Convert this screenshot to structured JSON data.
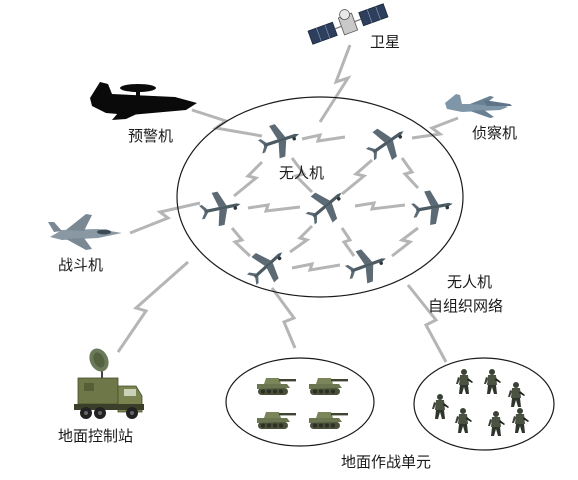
{
  "labels": {
    "satellite": "卫星",
    "awacs": "预警机",
    "recon": "侦察机",
    "uav": "无人机",
    "fighter": "战斗机",
    "network_line1": "无人机",
    "network_line2": "自组织网络",
    "ground_station": "地面控制站",
    "ground_units": "地面作战单元"
  },
  "colors": {
    "link": "#b5b5b5",
    "ellipse_stroke": "#1a1a1a",
    "uav_body": "#4c5a63",
    "vehicle": "#5e6b45",
    "soldier": "#3a4135"
  },
  "icons": {
    "satellite": "satellite-icon",
    "awacs": "awacs-aircraft-icon",
    "recon": "recon-aircraft-icon",
    "fighter": "fighter-jet-icon",
    "ground_station": "radar-truck-icon",
    "uav": "uav-icon",
    "tank": "tank-icon",
    "soldier": "soldier-icon"
  }
}
